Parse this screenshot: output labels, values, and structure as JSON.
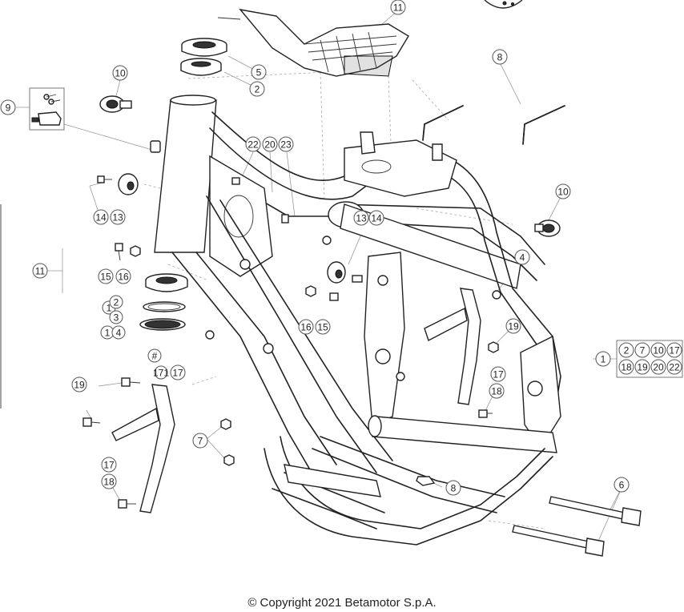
{
  "callouts": [
    {
      "label": "11"
    },
    {
      "label": "8"
    },
    {
      "label": "5"
    },
    {
      "label": "2"
    },
    {
      "label": "10"
    },
    {
      "label": "9"
    },
    {
      "label": "22"
    },
    {
      "label": "20"
    },
    {
      "label": "23"
    },
    {
      "label": "14"
    },
    {
      "label": "13"
    },
    {
      "label": "10"
    },
    {
      "label": "13"
    },
    {
      "label": "14"
    },
    {
      "label": "11"
    },
    {
      "label": "15"
    },
    {
      "label": "16"
    },
    {
      "label": "4"
    },
    {
      "label": "16"
    },
    {
      "label": "15"
    },
    {
      "label": "1"
    },
    {
      "label": "2"
    },
    {
      "label": "3"
    },
    {
      "label": "1"
    },
    {
      "label": "4"
    },
    {
      "label": "#"
    },
    {
      "label": "171"
    },
    {
      "label": "17"
    },
    {
      "label": "19"
    },
    {
      "label": "17"
    },
    {
      "label": "19"
    },
    {
      "label": "18"
    },
    {
      "label": "1"
    },
    {
      "label": "7"
    },
    {
      "label": "8"
    },
    {
      "label": "6"
    },
    {
      "label": "17"
    },
    {
      "label": "18"
    }
  ],
  "kit_box": {
    "labels": [
      "2",
      "7",
      "10",
      "17",
      "18",
      "19",
      "20",
      "22"
    ]
  },
  "copyright": "© Copyright 2021 Betamotor S.p.A."
}
